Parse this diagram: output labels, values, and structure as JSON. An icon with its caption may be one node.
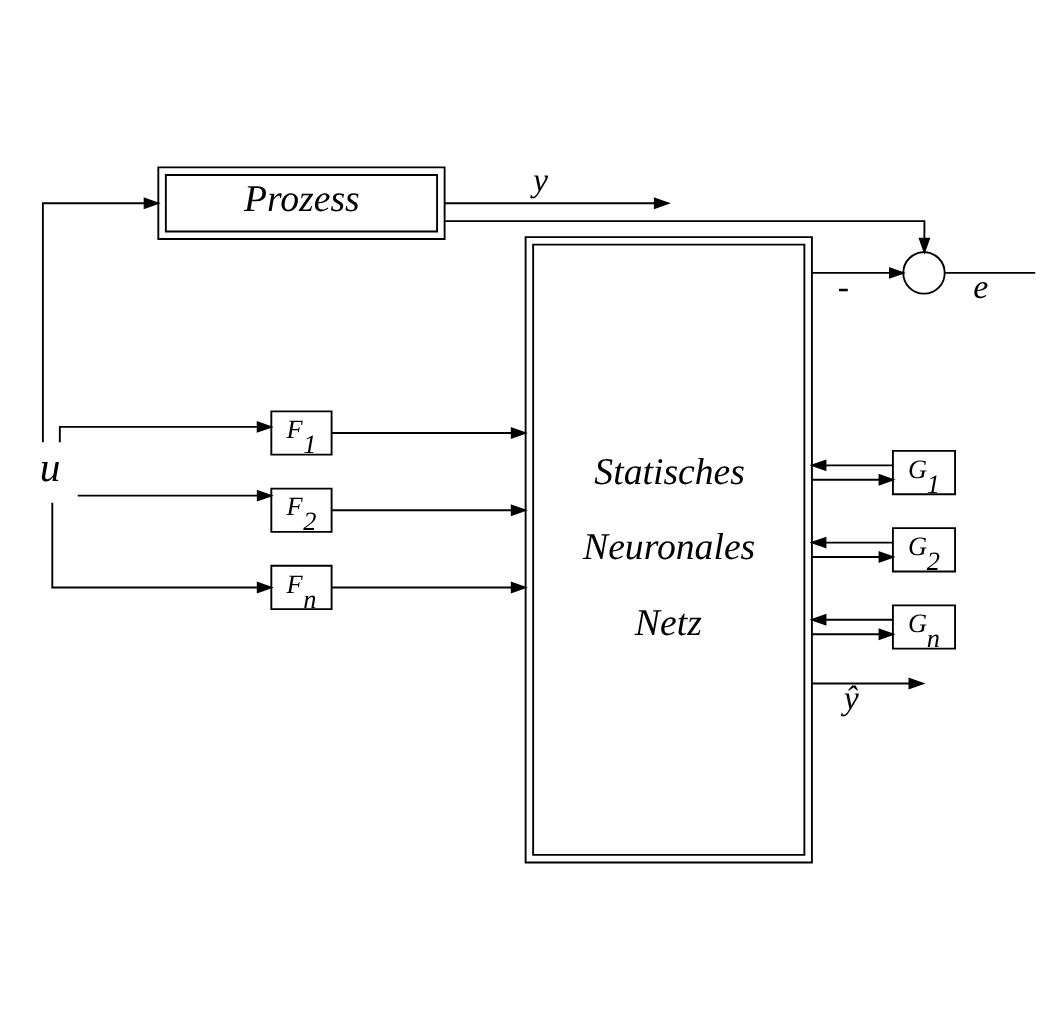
{
  "diagram": {
    "nodes": [
      {
        "text": [
          "u"
        ]
      },
      {
        "text": [
          "Prozess"
        ]
      },
      {
        "text": [
          "Statisches Neuronales Netz"
        ]
      },
      {
        "text": [
          "G$_{1}$"
        ]
      },
      {
        "text": [
          "G$_{2}$"
        ]
      },
      {
        "text": [
          "G$_{n}$"
        ]
      },
      {
        "text": [
          "F$_{1}$"
        ]
      },
      {
        "text": [
          "F$_{2}$"
        ]
      },
      {
        "text": [
          "F$_{n}$"
        ]
      },
      {
        "text": [],
        "shape": "circle"
      }
    ],
    "edges": [
      {
        "from": 0,
        "to": 1,
        "arrow": "to"
      },
      {
        "from": 0,
        "to": 6,
        "arrow": "to"
      },
      {
        "from": 0,
        "to": 7,
        "arrow": "to"
      },
      {
        "from": 0,
        "to": 8,
        "arrow": "to"
      },
      {
        "from": 1,
        "to": null,
        "arrow": "to",
        "label": "y"
      },
      {
        "from": 1,
        "to": 9,
        "arrow": "to"
      },
      {
        "from": 2,
        "to": 3,
        "arrow": "to"
      },
      {
        "from": 2,
        "to": 4,
        "arrow": "to"
      },
      {
        "from": 2,
        "to": 5,
        "arrow": "to"
      },
      {
        "from": 3,
        "to": 2,
        "arrow": "to"
      },
      {
        "from": 4,
        "to": 2,
        "arrow": "to"
      },
      {
        "from": 5,
        "to": 2,
        "arrow": "to"
      },
      {
        "from": 6,
        "to": 2,
        "arrow": "to"
      },
      {
        "from": 7,
        "to": 2,
        "arrow": "to"
      },
      {
        "from": 8,
        "to": 2,
        "arrow": "to"
      },
      {
        "from": 2,
        "to": null,
        "arrow": "to",
        "label": "ŷ"
      },
      {
        "from": 2,
        "to": 9,
        "arrow": "to",
        "label": "-"
      },
      {
        "from": 9,
        "to": null,
        "arrow": "none",
        "label": "e"
      }
    ]
  }
}
